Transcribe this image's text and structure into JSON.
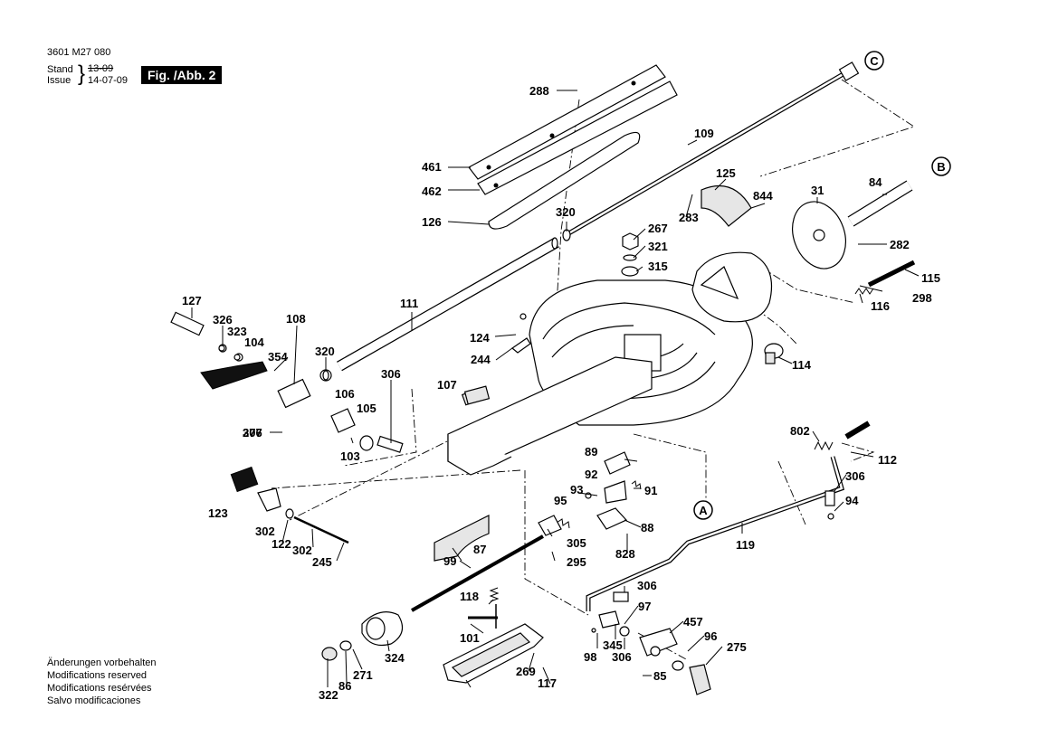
{
  "header": {
    "doc_number": "3601 M27 080",
    "stand_label": "Stand",
    "issue_label": "Issue",
    "stand_date": "13-09",
    "issue_date": "14-07-09",
    "figure_label": "Fig. /Abb. 2"
  },
  "notes": [
    "Änderungen vorbehalten",
    "Modifications reserved",
    "Modifications resérvées",
    "Salvo modificaciones"
  ],
  "ref_markers": [
    "A",
    "B",
    "C"
  ],
  "part_labels": [
    "288",
    "109",
    "461",
    "462",
    "126",
    "320",
    "125",
    "844",
    "283",
    "31",
    "84",
    "267",
    "321",
    "315",
    "282",
    "115",
    "298",
    "116",
    "114",
    "127",
    "326",
    "323",
    "104",
    "108",
    "354",
    "111",
    "320",
    "306",
    "124",
    "244",
    "107",
    "106",
    "105",
    "306",
    "277",
    "103",
    "802",
    "112",
    "306",
    "94",
    "89",
    "92",
    "91",
    "93",
    "95",
    "88",
    "305",
    "295",
    "828",
    "123",
    "302",
    "122",
    "302",
    "245",
    "87",
    "99",
    "119",
    "118",
    "101",
    "306",
    "97",
    "457",
    "96",
    "275",
    "98",
    "345",
    "306",
    "85",
    "324",
    "271",
    "86",
    "322",
    "269",
    "117"
  ]
}
